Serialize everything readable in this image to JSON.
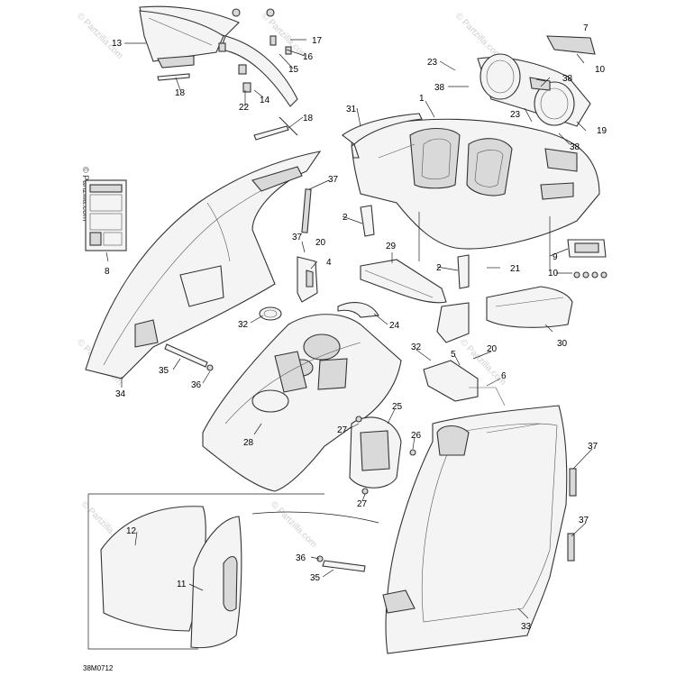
{
  "diagram": {
    "reference_code": "38M0712",
    "watermark": "© Partzilla.com",
    "callouts": [
      "1",
      "2",
      "2",
      "4",
      "5",
      "6",
      "7",
      "8",
      "9",
      "10",
      "10",
      "11",
      "12",
      "13",
      "14",
      "15",
      "16",
      "17",
      "18",
      "18",
      "19",
      "20",
      "20",
      "21",
      "22",
      "23",
      "23",
      "24",
      "25",
      "26",
      "27",
      "27",
      "28",
      "29",
      "30",
      "31",
      "32",
      "33",
      "34",
      "35",
      "35",
      "36",
      "36",
      "37",
      "37",
      "37",
      "37",
      "38",
      "38",
      "38"
    ]
  }
}
